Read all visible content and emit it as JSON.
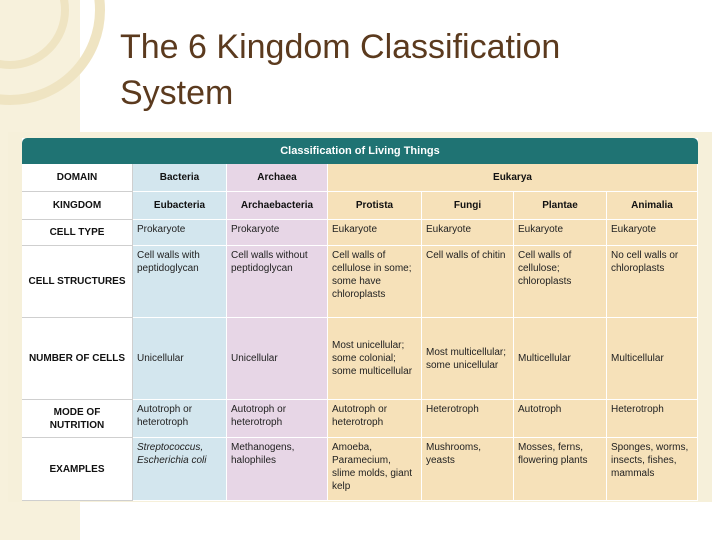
{
  "slide": {
    "title": "The 6 Kingdom Classification System"
  },
  "table": {
    "caption": "Classification of Living Things",
    "domain_label": "DOMAIN",
    "domains": {
      "bacteria": "Bacteria",
      "archaea": "Archaea",
      "eukarya": "Eukarya"
    },
    "kingdom_label": "KINGDOM",
    "kingdoms": [
      "Eubacteria",
      "Archaebacteria",
      "Protista",
      "Fungi",
      "Plantae",
      "Animalia"
    ],
    "rows": [
      {
        "label": "CELL TYPE",
        "cells": [
          "Prokaryote",
          "Prokaryote",
          "Eukaryote",
          "Eukaryote",
          "Eukaryote",
          "Eukaryote"
        ]
      },
      {
        "label": "CELL STRUCTURES",
        "cells": [
          "Cell walls with peptidoglycan",
          "Cell walls without peptidoglycan",
          "Cell walls of cellulose in some; some have chloroplasts",
          "Cell walls of chitin",
          "Cell walls of cellulose; chloroplasts",
          "No cell walls or chloroplasts"
        ]
      },
      {
        "label": "NUMBER OF CELLS",
        "cells": [
          "Unicellular",
          "Unicellular",
          "Most unicellular; some colonial; some multicellular",
          "Most multicellular; some unicellular",
          "Multicellular",
          "Multicellular"
        ]
      },
      {
        "label": "MODE OF NUTRITION",
        "cells": [
          "Autotroph or heterotroph",
          "Autotroph or heterotroph",
          "Autotroph or heterotroph",
          "Heterotroph",
          "Autotroph",
          "Heterotroph"
        ]
      },
      {
        "label": "EXAMPLES",
        "cells": [
          "Streptococcus, Escherichia coli",
          "Methanogens, halophiles",
          "Amoeba, Paramecium, slime molds, giant kelp",
          "Mushrooms, yeasts",
          "Mosses, ferns, flowering plants",
          "Sponges, worms, insects, fishes, mammals"
        ]
      }
    ]
  },
  "colors": {
    "header_teal": "#1f7373",
    "bacteria_blue": "#d3e6ee",
    "archaea_pink": "#e7d6e6",
    "eukarya_tan": "#f6e1b9",
    "title_brown": "#5b3a1e"
  }
}
